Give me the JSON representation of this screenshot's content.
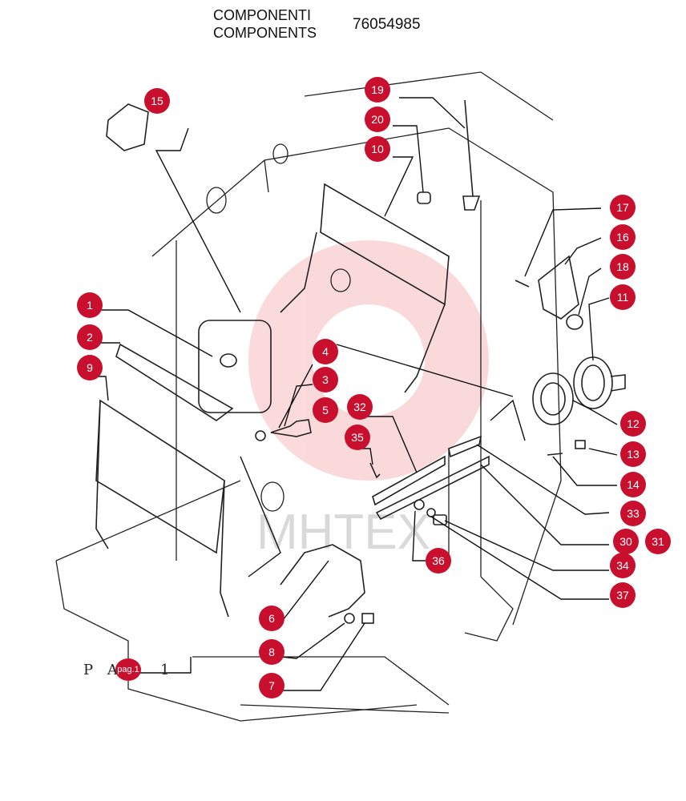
{
  "header": {
    "title_it": "COMPONENTI",
    "title_en": "COMPONENTS",
    "part_number": "76054985"
  },
  "watermark": "МНТЕХ",
  "page_ref": {
    "prefix_a": "P",
    "prefix_b": "A",
    "badge": "pag.1",
    "suffix": "1"
  },
  "colors": {
    "callout": "#c8102e",
    "line": "#222222",
    "watermark": "#e8333a"
  },
  "callouts": [
    "15",
    "19",
    "20",
    "10",
    "17",
    "16",
    "18",
    "11",
    "1",
    "2",
    "9",
    "4",
    "3",
    "5",
    "32",
    "35",
    "12",
    "13",
    "14",
    "33",
    "30",
    "31",
    "34",
    "36",
    "37",
    "6",
    "8",
    "7"
  ]
}
